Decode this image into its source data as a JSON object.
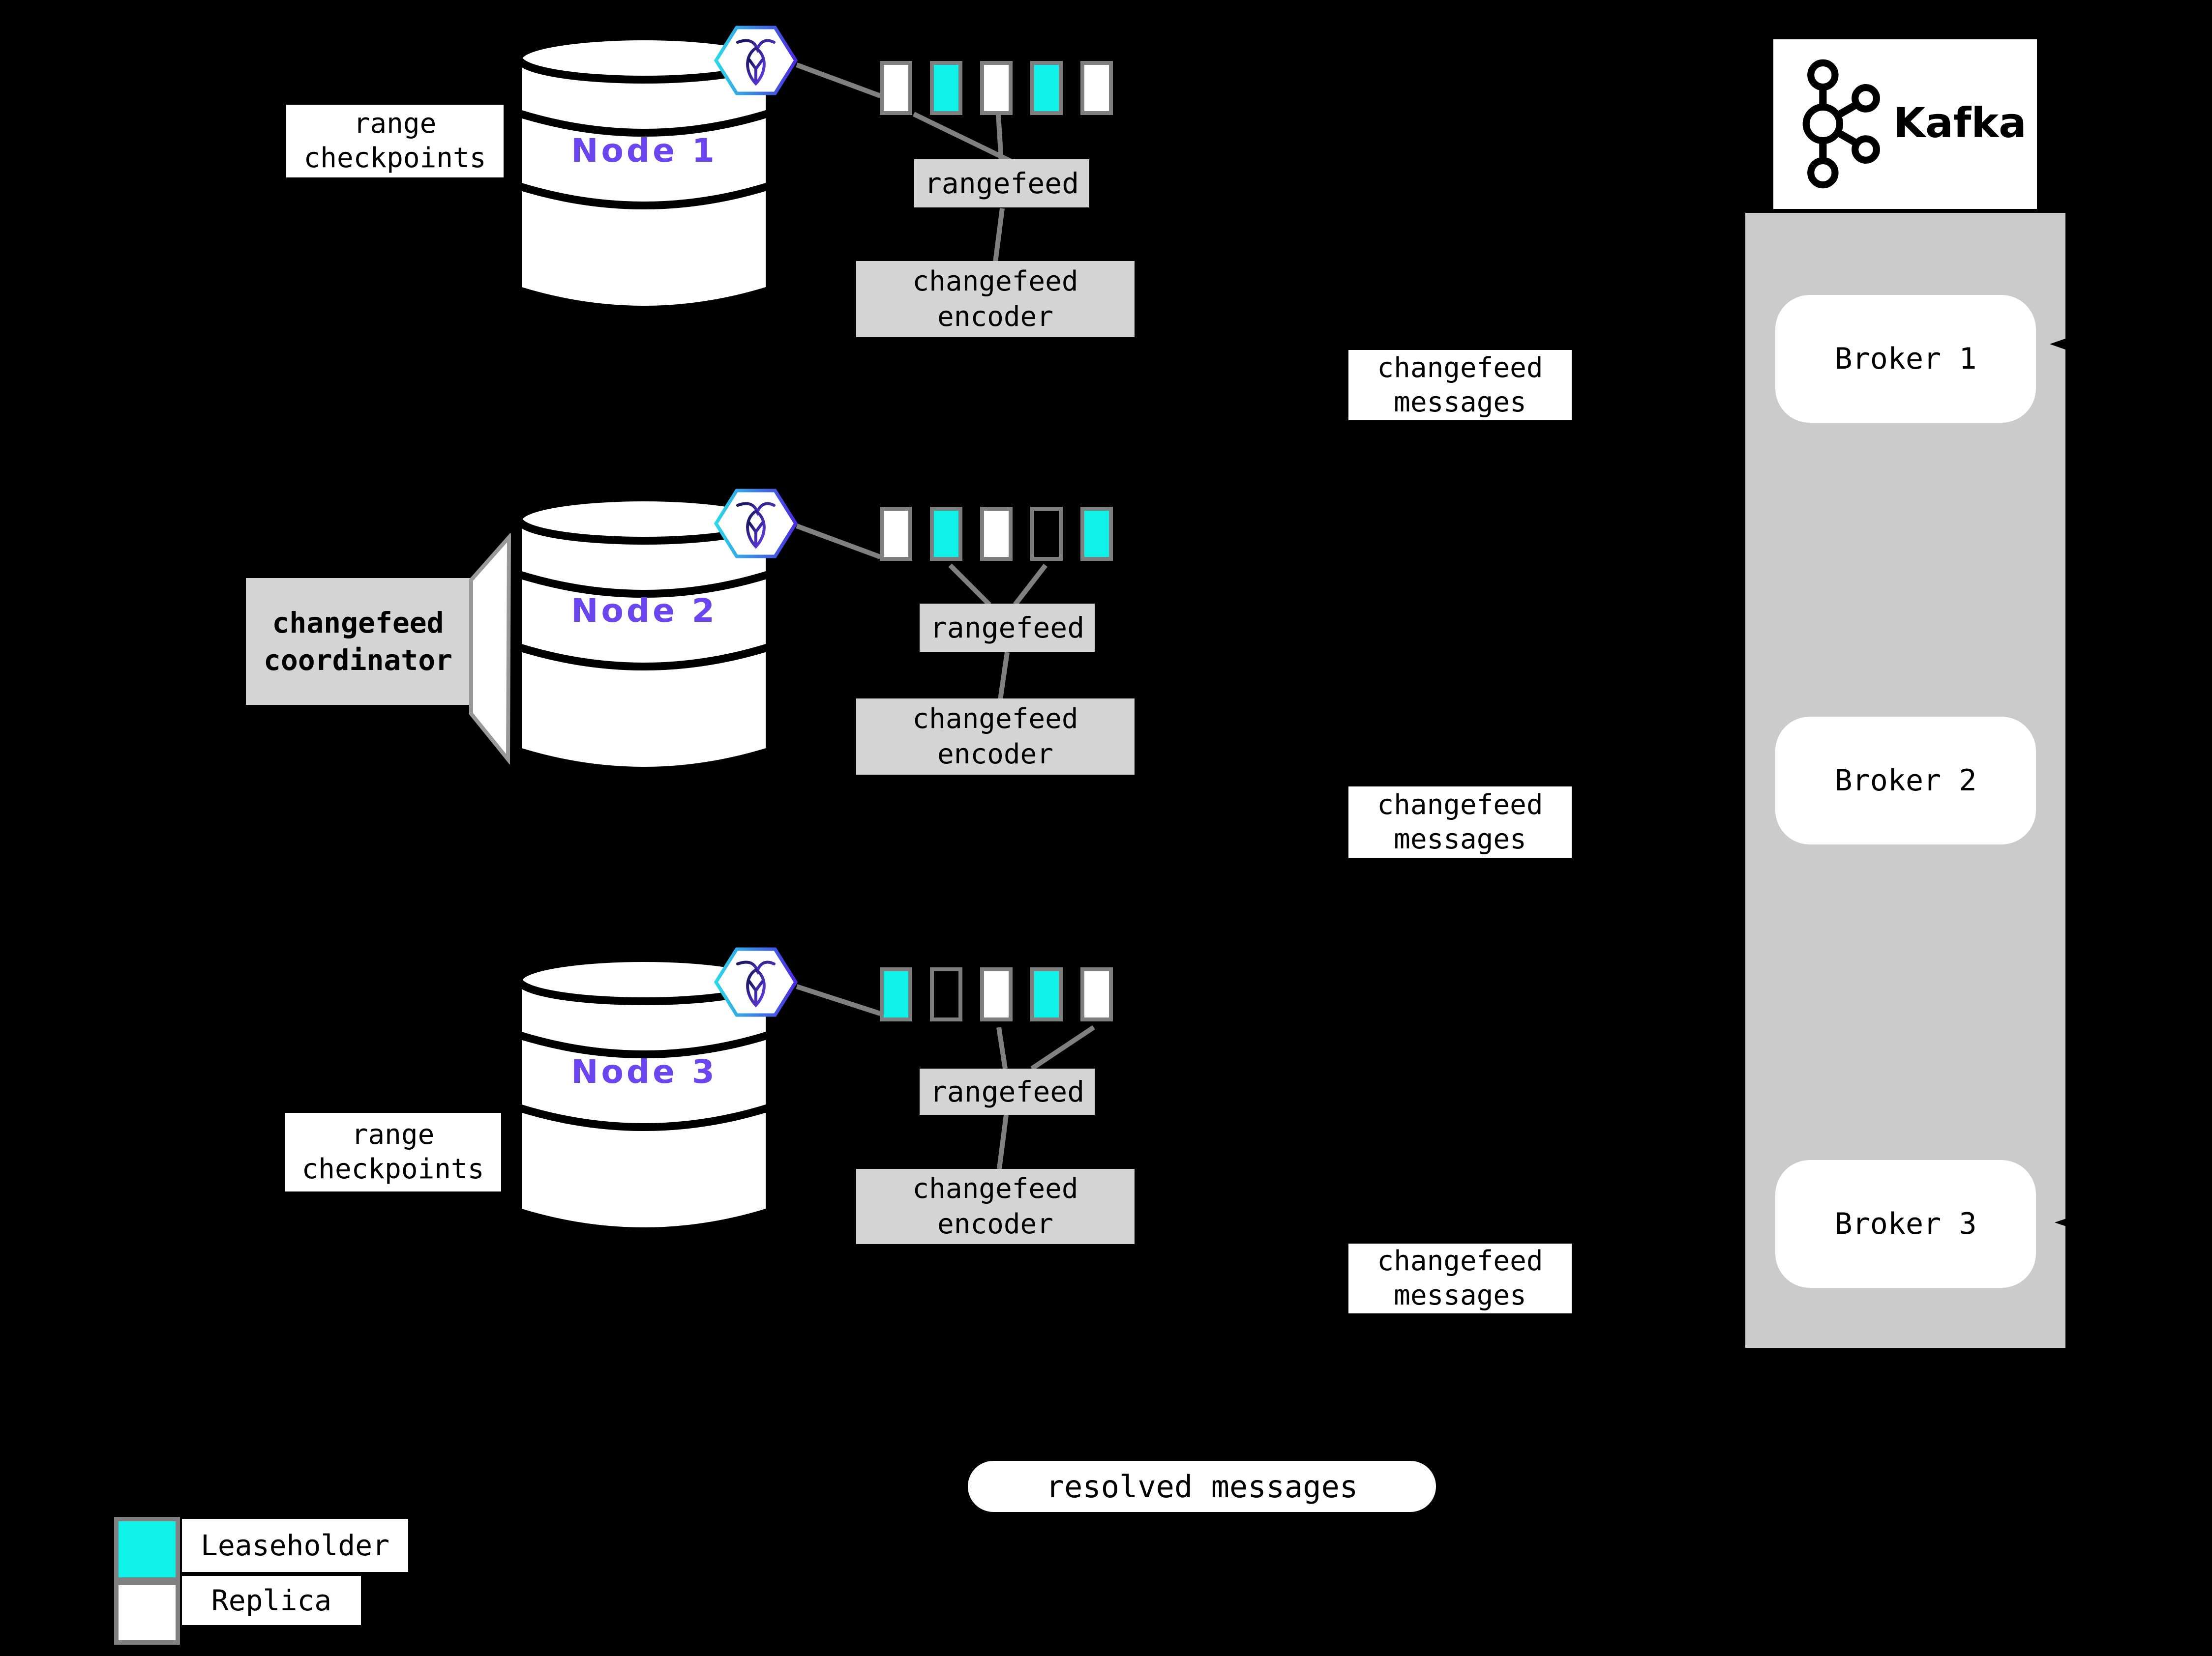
{
  "nodes": [
    {
      "name": "Node 1",
      "checkpoint_label": "range checkpoints",
      "ranges": [
        "replica",
        "leaseholder",
        "replica",
        "leaseholder",
        "replica"
      ],
      "rangefeed_label": "rangefeed",
      "encoder_label": "changefeed encoder",
      "messages_label": "changefeed messages"
    },
    {
      "name": "Node 2",
      "checkpoint_label": "",
      "ranges": [
        "replica",
        "leaseholder",
        "replica",
        "empty",
        "leaseholder"
      ],
      "rangefeed_label": "rangefeed",
      "encoder_label": "changefeed encoder",
      "messages_label": "changefeed messages"
    },
    {
      "name": "Node 3",
      "checkpoint_label": "range checkpoints",
      "ranges": [
        "leaseholder",
        "empty",
        "replica",
        "leaseholder",
        "replica"
      ],
      "rangefeed_label": "rangefeed",
      "encoder_label": "changefeed encoder",
      "messages_label": "changefeed messages"
    }
  ],
  "coordinator_label": "changefeed coordinator",
  "kafka": {
    "wordmark": "Kafka",
    "brokers": [
      "Broker 1",
      "Broker 2",
      "Broker 3"
    ]
  },
  "resolved_messages_label": "resolved messages",
  "legend": [
    {
      "label": "Leaseholder",
      "key": "leaseholder"
    },
    {
      "label": "Replica",
      "key": "replica"
    }
  ],
  "colors": {
    "leaseholder": "#0ff2ea",
    "replica": "#ffffff",
    "accent_purple": "#6b46f0",
    "panel_gray": "#cbcbcb",
    "box_gray": "#d4d4d4",
    "connector_gray": "#808080"
  }
}
